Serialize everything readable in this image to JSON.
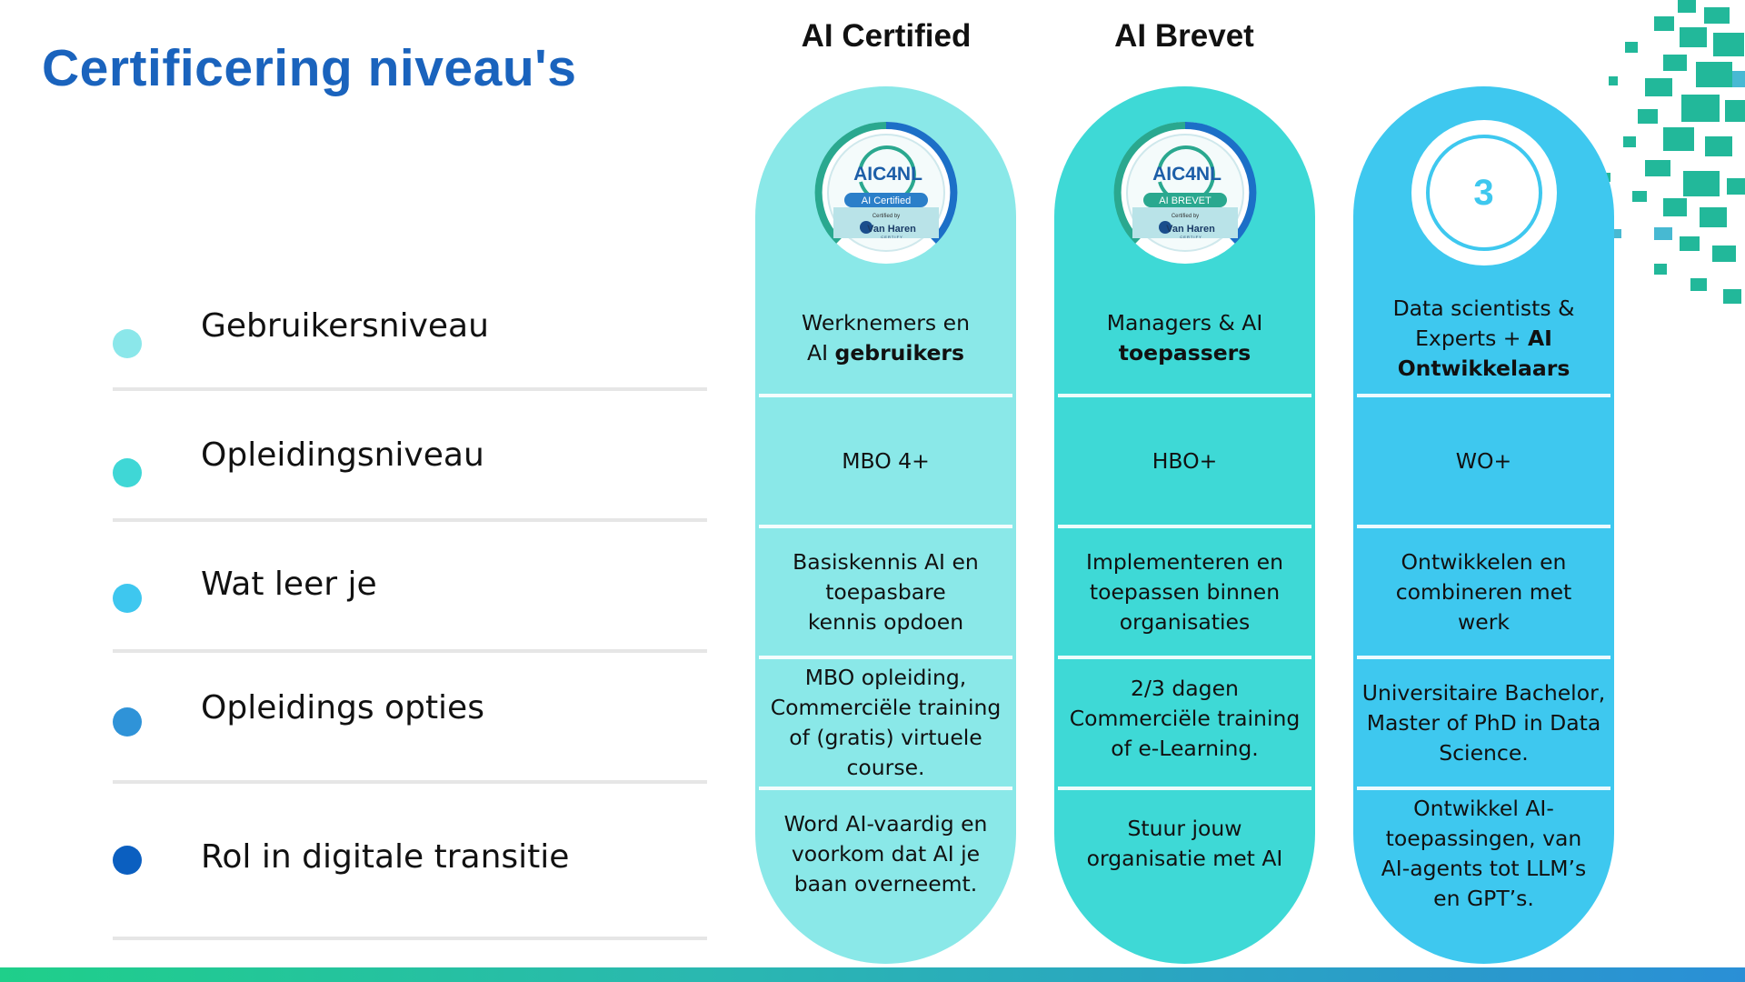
{
  "page": {
    "title": "Certificering niveau's"
  },
  "rows": [
    {
      "label": "Gebruikersniveau",
      "dot_color": "#8be7ea"
    },
    {
      "label": "Opleidingsniveau",
      "dot_color": "#3fd7d6"
    },
    {
      "label": "Wat leer je",
      "dot_color": "#3ec7ef"
    },
    {
      "label": "Opleidings opties",
      "dot_color": "#2f93d8"
    },
    {
      "label": "Rol in digitale transitie",
      "dot_color": "#0b5fc0"
    }
  ],
  "columns": [
    {
      "header": "AI Certified",
      "color": "#8ae8e8",
      "badge": {
        "logo": "AIC4NL",
        "ribbon": "AI Certified",
        "small": "Certified by",
        "brand": "Van Haren",
        "sub": "C E R T I F Y"
      },
      "cells": {
        "gebruikersniveau_pre": "Werknemers en",
        "gebruikersniveau_mid": "AI ",
        "gebruikersniveau_bold": "gebruikers",
        "opleidingsniveau": "MBO 4+",
        "wat_leer_je": "Basiskennis AI en toepasbare kennis opdoen",
        "opleidings_opties": "MBO opleiding, Commerciële training of (gratis) virtuele course.",
        "rol": "Word AI-vaardig en voorkom dat AI je baan overneemt."
      }
    },
    {
      "header": "AI Brevet",
      "color": "#3ed9d6",
      "badge": {
        "logo": "AIC4NL",
        "ribbon": "AI BREVET",
        "small": "Certified by",
        "brand": "Van Haren",
        "sub": "C E R T I F Y"
      },
      "cells": {
        "gebruikersniveau_pre": "Managers & AI",
        "gebruikersniveau_bold": "toepassers",
        "opleidingsniveau": "HBO+",
        "wat_leer_je": "Implementeren en toepassen binnen organisaties",
        "opleidings_opties": "2/3 dagen Commerciële training of e-Learning.",
        "rol": "Stuur jouw organisatie met AI"
      }
    },
    {
      "header": "",
      "color": "#3ec8ef",
      "badge": {
        "number": "3"
      },
      "cells": {
        "gebruikersniveau_pre": "Data scientists & Experts + ",
        "gebruikersniveau_bold": "AI Ontwikkelaars",
        "opleidingsniveau": "WO+",
        "wat_leer_je": "Ontwikkelen en combineren met werk",
        "opleidings_opties": "Universitaire Bachelor, Master of PhD in Data Science.",
        "rol": "Ontwikkel AI-toepassingen, van AI-agents tot LLM’s en GPT’s."
      }
    }
  ],
  "colors": {
    "title": "#1a63bd",
    "bottom_bar_start": "#1fcf8a",
    "bottom_bar_end": "#2a8fd6",
    "decor": "#22b89a"
  }
}
